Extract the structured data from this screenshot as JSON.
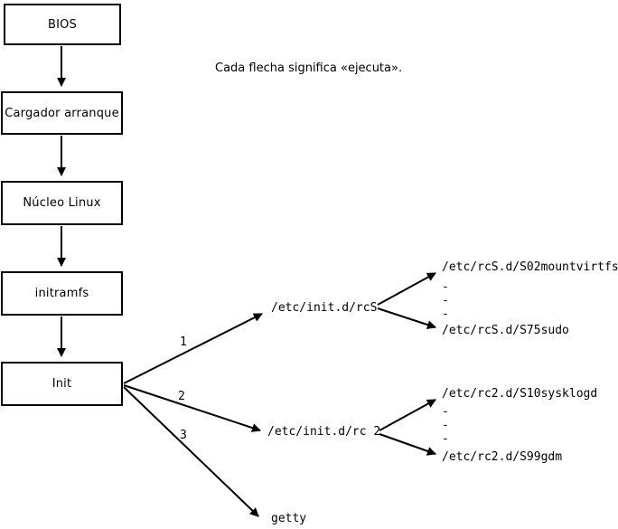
{
  "note": "Cada flecha significa «ejecuta».",
  "colors": {
    "line": "#000000",
    "background": "#ffffff",
    "box_fill": "#ffffff"
  },
  "chain": [
    {
      "label": "BIOS"
    },
    {
      "label": "Cargador arranque"
    },
    {
      "label": "Núcleo Linux"
    },
    {
      "label": "initramfs"
    },
    {
      "label": "Init"
    }
  ],
  "branches": [
    {
      "number": "1",
      "target": "/etc/init.d/rcS",
      "scripts": {
        "first": "/etc/rcS.d/S02mountvirtfs",
        "ellipsis": [
          "-",
          "-",
          "-"
        ],
        "last": "/etc/rcS.d/S75sudo"
      }
    },
    {
      "number": "2",
      "target": "/etc/init.d/rc 2",
      "scripts": {
        "first": "/etc/rc2.d/S10sysklogd",
        "ellipsis": [
          "-",
          "-",
          "-"
        ],
        "last": "/etc/rc2.d/S99gdm"
      }
    },
    {
      "number": "3",
      "target": "getty"
    }
  ]
}
